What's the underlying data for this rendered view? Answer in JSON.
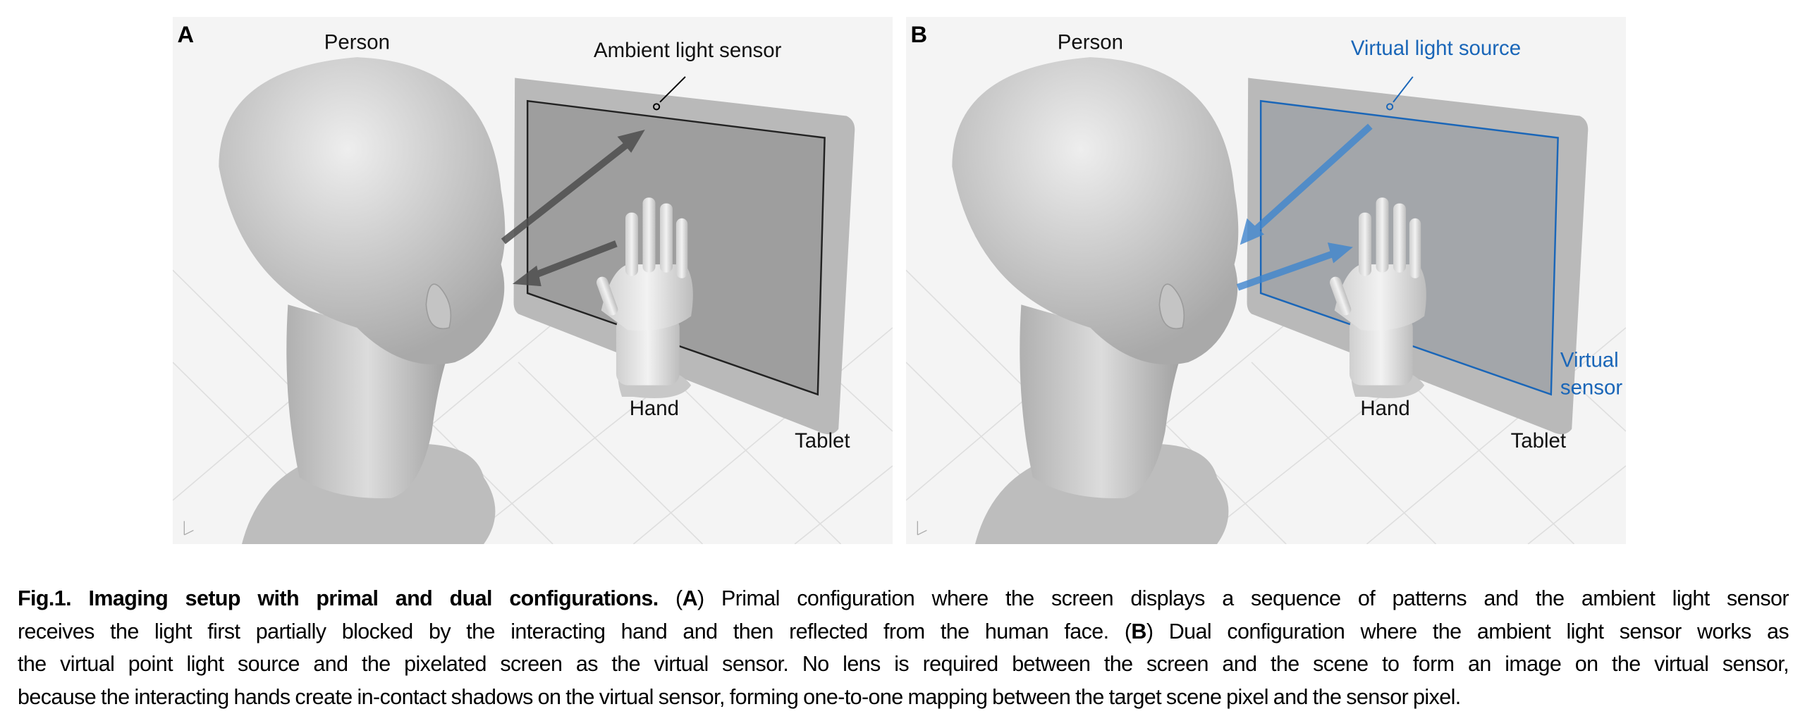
{
  "panel_a": {
    "letter": "A",
    "person": "Person",
    "sensor": "Ambient light sensor",
    "hand": "Hand",
    "tablet": "Tablet"
  },
  "panel_b": {
    "letter": "B",
    "person": "Person",
    "light_source": "Virtual light source",
    "virtual_sensor_1": "Virtual",
    "virtual_sensor_2": "sensor",
    "hand": "Hand",
    "tablet": "Tablet"
  },
  "colors": {
    "accent_blue": "#1a66b8",
    "arrow_gray": "#555555"
  },
  "caption": {
    "title": "Fig.1. Imaging setup with primal and dual configurations.",
    "a_open": " (",
    "a_letter": "A",
    "line1_rest": ") Primal configuration where the screen displays a sequence of patterns and the ambient light sensor",
    "line2_a": "receives the light first partially blocked by the interacting hand and then reflected from the human face. (",
    "b_letter": "B",
    "line2_b": ") Dual configuration where the ambient light sensor works as",
    "line3": "the virtual point light source and the pixelated screen as the virtual sensor. No lens is required between the screen and the scene to form an image on the virtual sensor,",
    "line4": "because the interacting hands create in-contact shadows on the virtual sensor, forming one-to-one mapping between the target scene pixel and the sensor pixel."
  }
}
